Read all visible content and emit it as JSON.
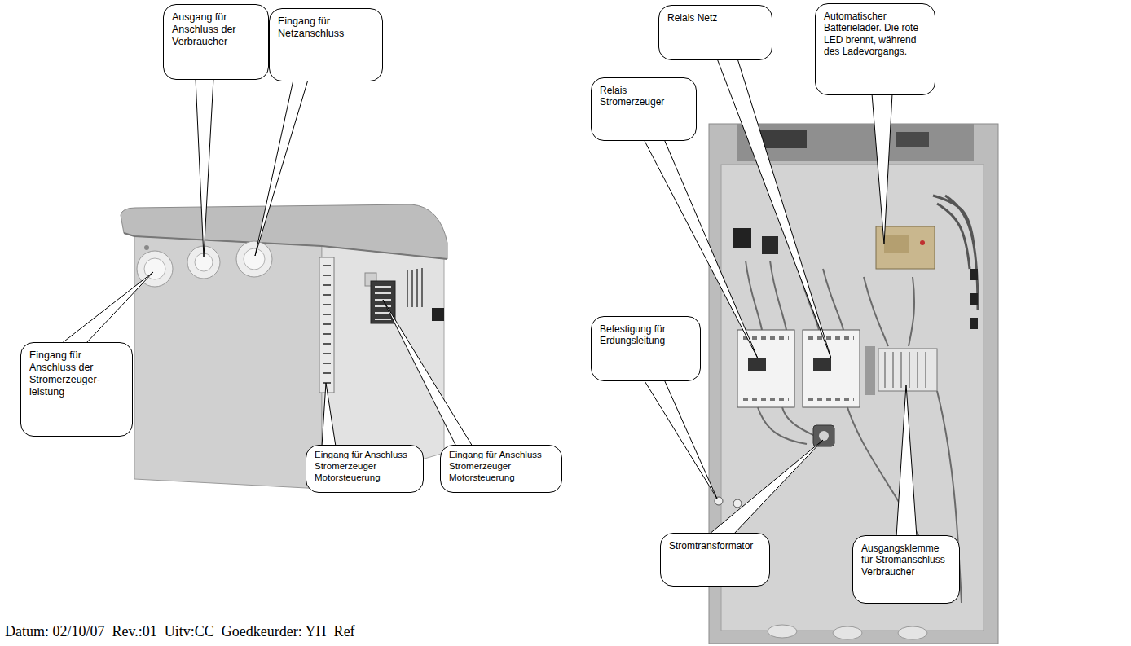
{
  "diagram": {
    "nodes": [
      {
        "text": [
          "Ausgang für Anschluss der Verbraucher"
        ]
      },
      {
        "text": [
          "Eingang für Netzanschluss"
        ]
      },
      {
        "text": [
          "Eingang für Anschluss der Stromerzeuger- leistung"
        ]
      },
      {
        "text": [
          "Eingang für Anschluss Stromerzeuger Motorsteuerung"
        ]
      },
      {
        "text": [
          "Eingang für Anschluss Stromerzeuger Motorsteuerung"
        ]
      },
      {
        "text": [
          "Relais Netz"
        ]
      },
      {
        "text": [
          "Automatischer Batterielader. Die rote LED brennt, während des Ladevorgangs."
        ]
      },
      {
        "text": [
          "Relais Stromerzeuger"
        ]
      },
      {
        "text": [
          "Befestigung für Erdungsleitung"
        ]
      },
      {
        "text": [
          "Stromtransformator"
        ]
      },
      {
        "text": [
          "Ausgangsklemme für Stromanschluss Verbraucher"
        ]
      }
    ],
    "labels": [
      "Datum: 02/10/07  Rev.:01  Uitv:CC  Goedkeurder: YH  Ref"
    ]
  }
}
